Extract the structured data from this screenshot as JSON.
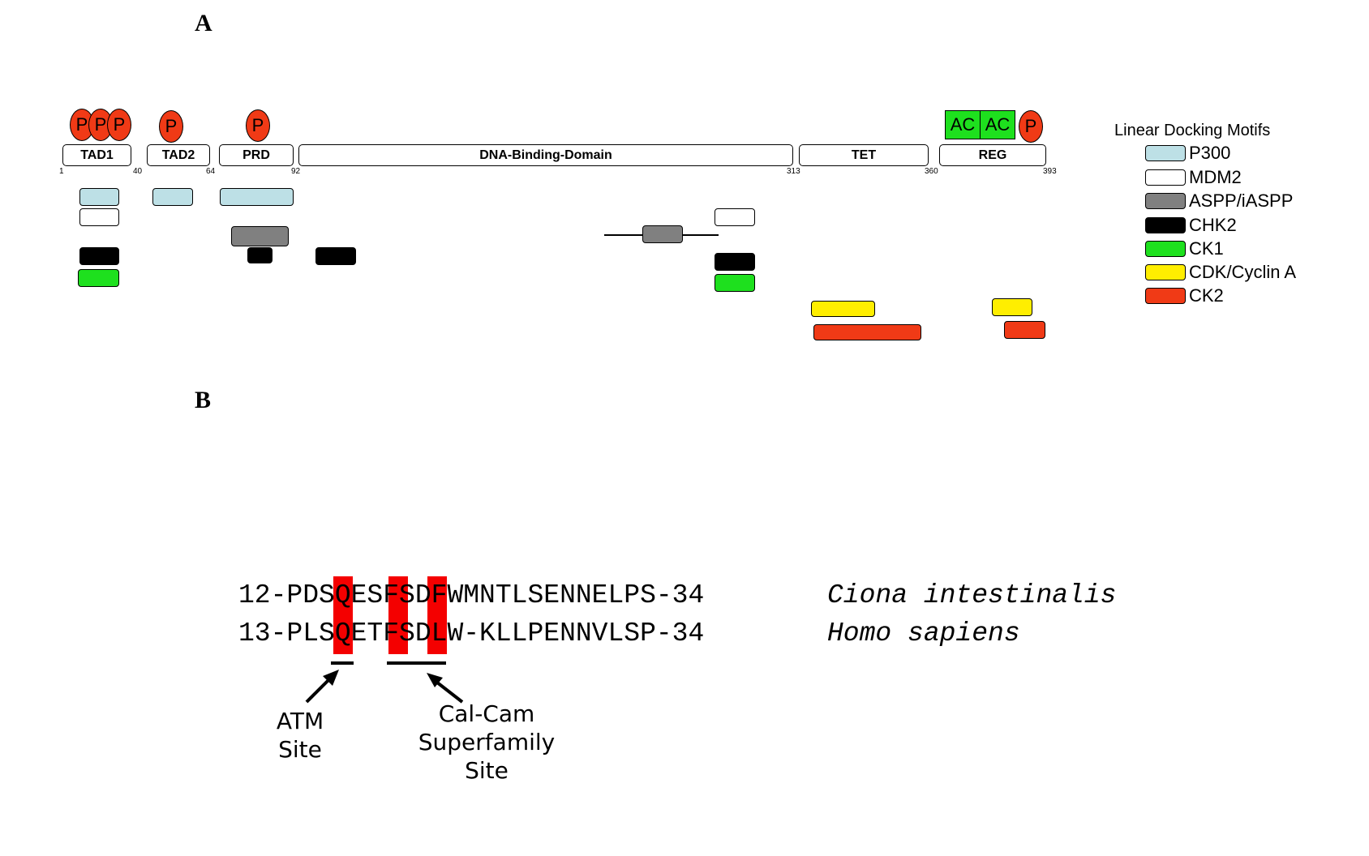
{
  "panel_a": {
    "label": "A",
    "domains": [
      {
        "name": "TAD1"
      },
      {
        "name": "TAD2"
      },
      {
        "name": "PRD"
      },
      {
        "name": "DNA-Binding-Domain"
      },
      {
        "name": "TET"
      },
      {
        "name": "REG"
      }
    ],
    "positions": [
      "1",
      "40",
      "64",
      "92",
      "313",
      "360",
      "393"
    ],
    "phospho_label": "P",
    "acetyl_label": "AC",
    "legend": {
      "title": "Linear Docking Motifs",
      "items": [
        {
          "label": "P300",
          "color": "#bde0e6"
        },
        {
          "label": "MDM2",
          "color": "#ffffff"
        },
        {
          "label": "ASPP/iASPP",
          "color": "#808080"
        },
        {
          "label": "CHK2",
          "color": "#000000"
        },
        {
          "label": "CK1",
          "color": "#1ee01e"
        },
        {
          "label": "CDK/Cyclin A",
          "color": "#ffee00"
        },
        {
          "label": "CK2",
          "color": "#f03a16"
        }
      ]
    },
    "colors": {
      "phospho": "#f03a16",
      "acetyl": "#1ee01e",
      "highlight": "#f40000"
    }
  },
  "panel_b": {
    "label": "B",
    "sequences": [
      {
        "text": "12-PDSQESFSDFWMNTLSENNELPS-34",
        "species": "Ciona intestinalis"
      },
      {
        "text": "13-PLSQETFSDLW-KLLPENNVLSP-34",
        "species": "Homo sapiens"
      }
    ],
    "site_atm": [
      "ATM",
      "Site"
    ],
    "site_calcam": [
      "Cal-Cam",
      "Superfamily",
      "Site"
    ]
  }
}
